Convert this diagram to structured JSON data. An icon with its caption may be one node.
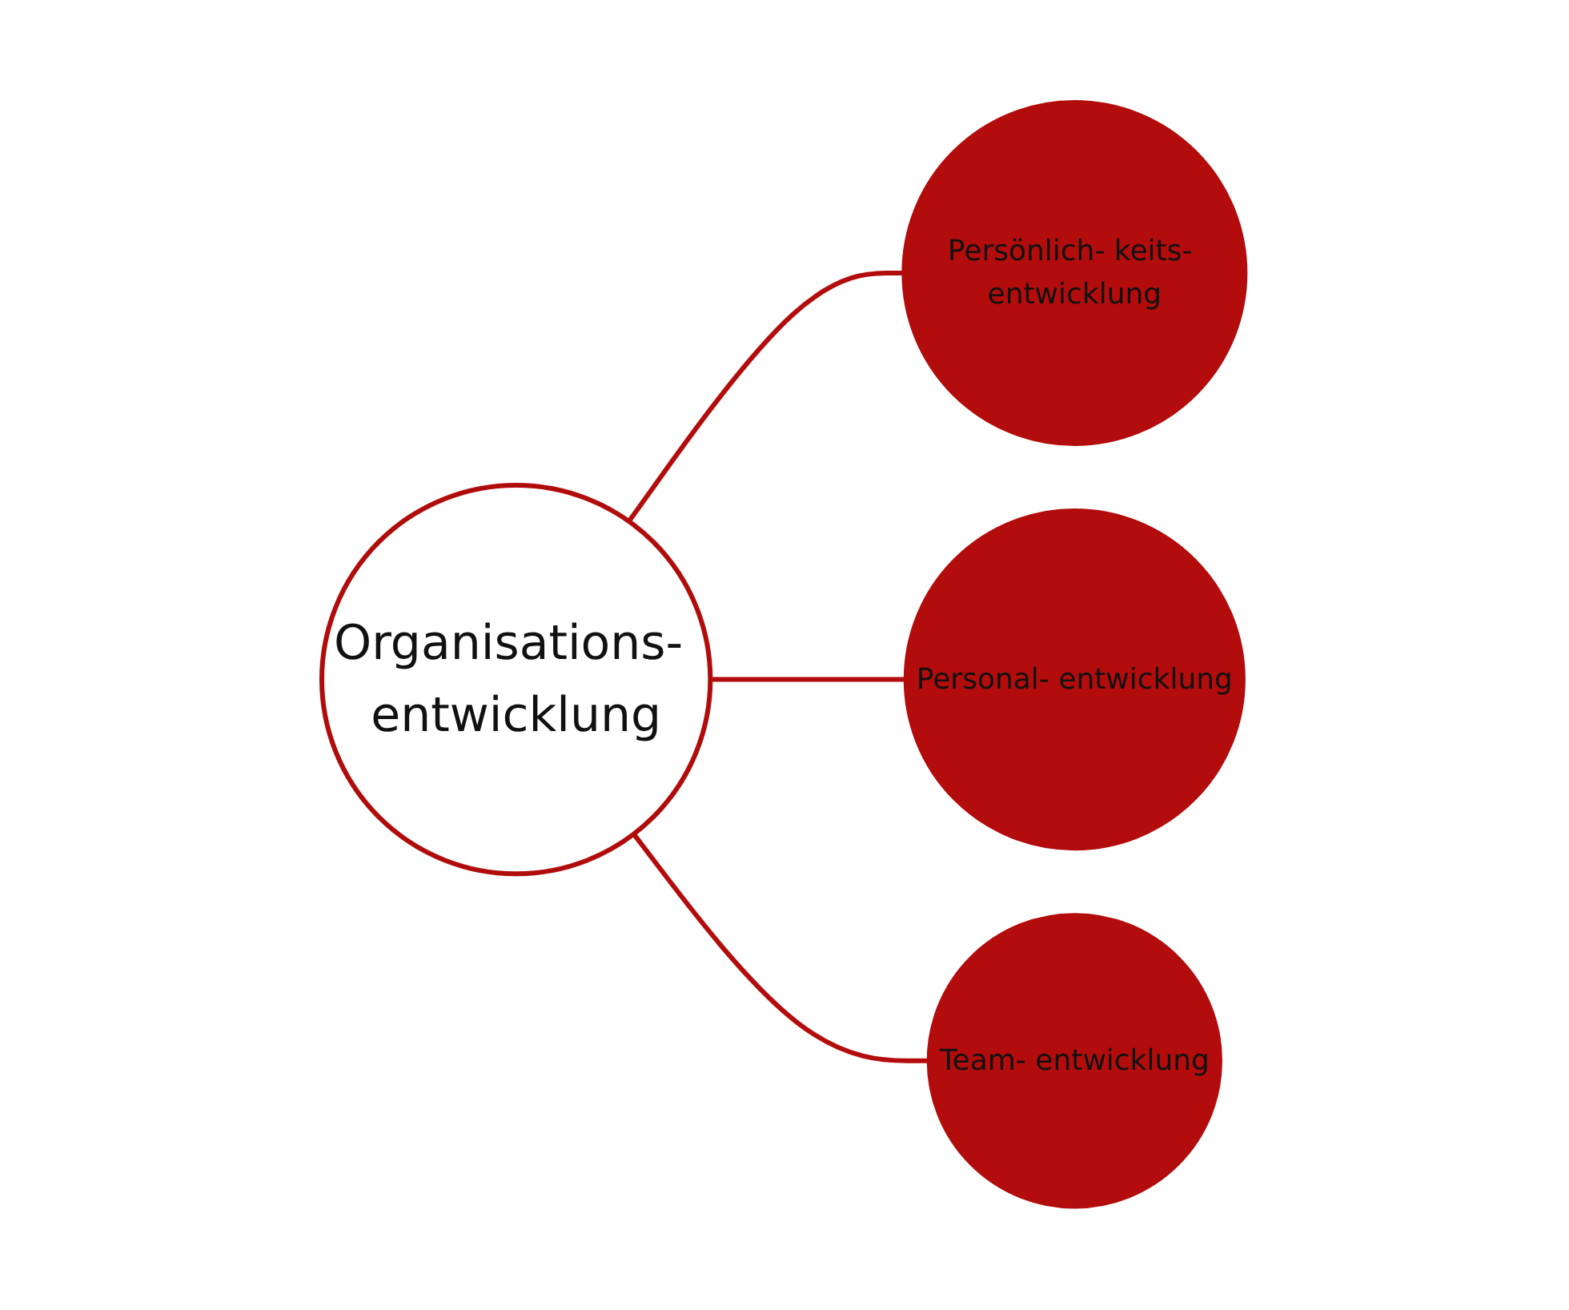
{
  "diagram": {
    "nodes": [
      {
        "text": [
          "Organisations- entwicklung"
        ]
      },
      {
        "text": [
          "Persönlich- keits- entwicklung"
        ]
      },
      {
        "text": [
          "Personal- entwicklung"
        ]
      },
      {
        "text": [
          "Team- entwicklung"
        ]
      }
    ],
    "edges": [
      {
        "from": 0,
        "to": 1,
        "arrow": "none"
      },
      {
        "from": 0,
        "to": 2,
        "arrow": "none"
      },
      {
        "from": 0,
        "to": 3,
        "arrow": "none"
      }
    ]
  }
}
